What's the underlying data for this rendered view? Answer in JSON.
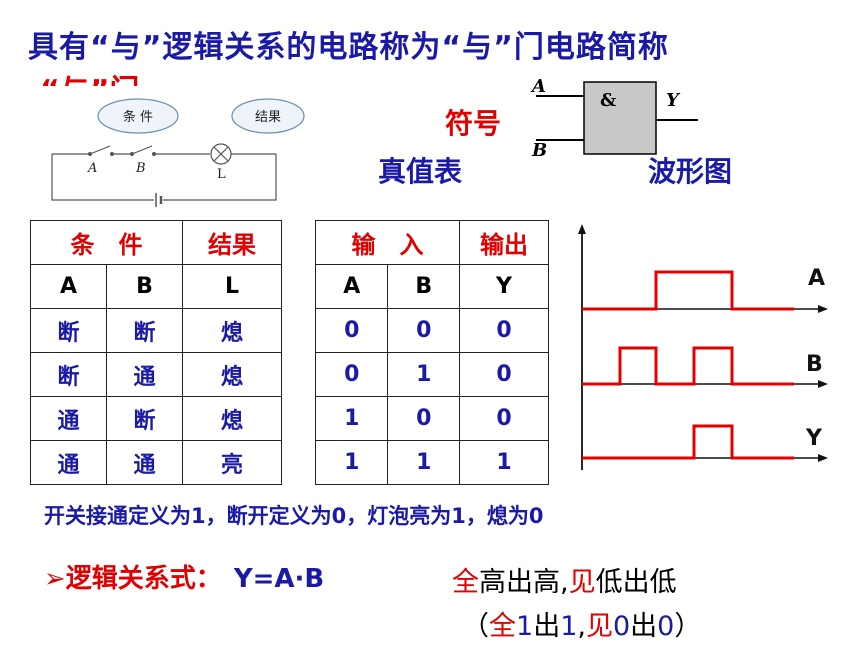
{
  "title": "具有“与”逻辑关系的电路称为“与”门电路简称",
  "title_cont": "“与”门",
  "circuit": {
    "bubble_condition": "条 件",
    "bubble_result": "结果",
    "switch_a": "A",
    "switch_b": "B",
    "lamp": "L"
  },
  "symbol_label": "符号",
  "gate": {
    "input_a": "A",
    "input_b": "B",
    "output": "Y",
    "sign": "&"
  },
  "truth_table_label": "真值表",
  "waveform_label": "波形图",
  "condition_table": {
    "headers": [
      "条　件",
      "结果"
    ],
    "subheaders": [
      "A",
      "B",
      "L"
    ],
    "rows": [
      [
        "断",
        "断",
        "熄"
      ],
      [
        "断",
        "通",
        "熄"
      ],
      [
        "通",
        "断",
        "熄"
      ],
      [
        "通",
        "通",
        "亮"
      ]
    ]
  },
  "truth_table": {
    "headers": [
      "输　入",
      "输出"
    ],
    "subheaders": [
      "A",
      "B",
      "Y"
    ],
    "rows": [
      [
        "0",
        "0",
        "0"
      ],
      [
        "0",
        "1",
        "0"
      ],
      [
        "1",
        "0",
        "0"
      ],
      [
        "1",
        "1",
        "1"
      ]
    ]
  },
  "waveform": {
    "labels": [
      "A",
      "B",
      "Y"
    ]
  },
  "note": "开关接通定义为1，断开定义为0，灯泡亮为1，熄为0",
  "formula": {
    "label": "逻辑关系式：",
    "expression": "Y=A·B"
  },
  "rule": {
    "line1": [
      "全",
      "高出高,",
      "见",
      "低出低"
    ],
    "line2": [
      "（",
      "全",
      "1",
      "出",
      "1",
      ",",
      "见",
      "0",
      "出",
      "0",
      "）"
    ]
  },
  "colors": {
    "red": "#e00000",
    "blue": "#1a1aa6"
  }
}
